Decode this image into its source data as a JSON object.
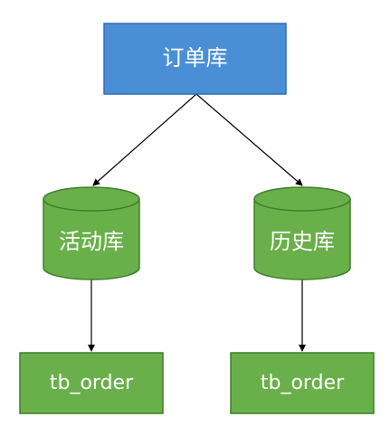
{
  "colors": {
    "root_fill": "#4a8fd6",
    "root_stroke": "#2e6fb8",
    "db_fill": "#6ab04a",
    "db_top_fill": "#6ab04a",
    "db_stroke": "#3f7f2a",
    "table_fill": "#6ab04a",
    "table_stroke": "#3f7f2a",
    "edge": "#000000",
    "label": "#ffffff"
  },
  "nodes": {
    "root": {
      "label": "订单库"
    },
    "db_active": {
      "label": "活动库"
    },
    "db_history": {
      "label": "历史库"
    },
    "table_active": {
      "label": "tb_order"
    },
    "table_history": {
      "label": "tb_order"
    }
  },
  "edges": [
    {
      "from": "root",
      "to": "db_active"
    },
    {
      "from": "root",
      "to": "db_history"
    },
    {
      "from": "db_active",
      "to": "table_active"
    },
    {
      "from": "db_history",
      "to": "table_history"
    }
  ]
}
